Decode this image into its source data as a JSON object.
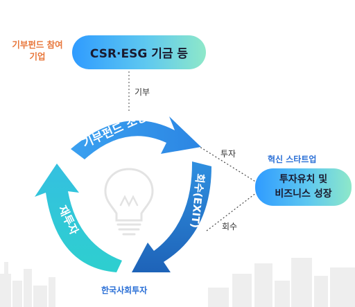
{
  "donor": {
    "label_line1": "기부펀드 참여",
    "label_line2": "기업"
  },
  "csr_pill": {
    "label": "CSR·ESG 기금 등"
  },
  "donation": {
    "label": "기부"
  },
  "cycle": {
    "arrow_top": "기부펀드 조성",
    "arrow_right": "회수(EXIT)",
    "arrow_left": "재투자"
  },
  "investment": {
    "label": "투자"
  },
  "recovery": {
    "label": "회수"
  },
  "startup": {
    "heading": "혁신 스타트업",
    "pill_line1": "투자유치 및",
    "pill_line2": "비즈니스 성장"
  },
  "manager": {
    "label": "한국사회투자"
  },
  "colors": {
    "accent_orange": "#E8763A",
    "accent_blue": "#2a6fd6",
    "arrow_blue": "#2F8FE0",
    "arrow_teal": "#2CC9D6",
    "arrow_deep": "#1E6FC8"
  },
  "icons": {
    "center": "lightbulb-icon"
  }
}
